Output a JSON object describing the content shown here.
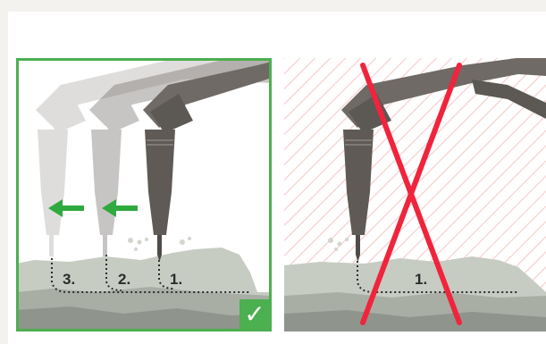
{
  "correct_panel": {
    "steps": [
      "3.",
      "2.",
      "1."
    ],
    "frame_color": "#4caf50",
    "arrow_color": "#2eaa3f",
    "badge_icon": "checkmark-icon",
    "badge_glyph": "✓"
  },
  "incorrect_panel": {
    "steps": [
      "1."
    ],
    "cross_color": "#f0243c",
    "hatch_color": "#f6c6c6",
    "badge_icon": "cross-icon"
  }
}
